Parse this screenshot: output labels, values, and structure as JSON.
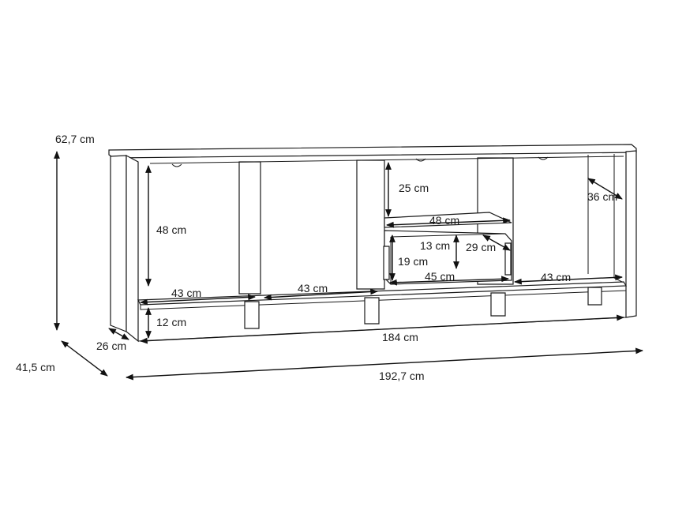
{
  "dimensions": {
    "height_total": "62,7 cm",
    "depth_total": "41,5 cm",
    "depth_inner": "26 cm",
    "leg_height": "12 cm",
    "width_inner": "184 cm",
    "width_total": "192,7 cm",
    "shelf_height": "48 cm",
    "bay_width_1": "43 cm",
    "bay_width_2": "43 cm",
    "bay_width_4": "43 cm",
    "top_opening_height": "25 cm",
    "drawer_top_width": "48 cm",
    "drawer_inner_height": "13 cm",
    "drawer_front_height": "19 cm",
    "drawer_width": "45 cm",
    "drawer_depth": "29 cm",
    "bay_depth": "36 cm"
  }
}
